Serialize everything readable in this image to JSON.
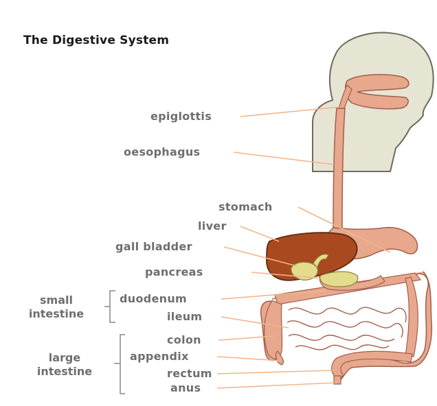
{
  "title": "The Digestive System",
  "labels": {
    "epiglottis": "epiglottis",
    "oesophagus": "oesophagus",
    "stomach": "stomach",
    "liver": "liver",
    "gall_bladder": "gall bladder",
    "pancreas": "pancreas",
    "duodenum": "duodenum",
    "ileum": "ileum",
    "colon": "colon",
    "appendix": "appendix",
    "rectum": "rectum",
    "anus": "anus"
  },
  "groups": {
    "small_intestine": [
      "small",
      "intestine"
    ],
    "large_intestine": [
      "large",
      "intestine"
    ]
  },
  "colors": {
    "head": "#e6e4d2",
    "outline": "#6b6b5e",
    "tract": "#e7a88e",
    "tract_outline": "#a25d4a",
    "liver": "#a8491f",
    "gall_pancreas": "#e2dc8c",
    "leader_line": "#f2b58a",
    "bracket": "#9a9a9a"
  }
}
